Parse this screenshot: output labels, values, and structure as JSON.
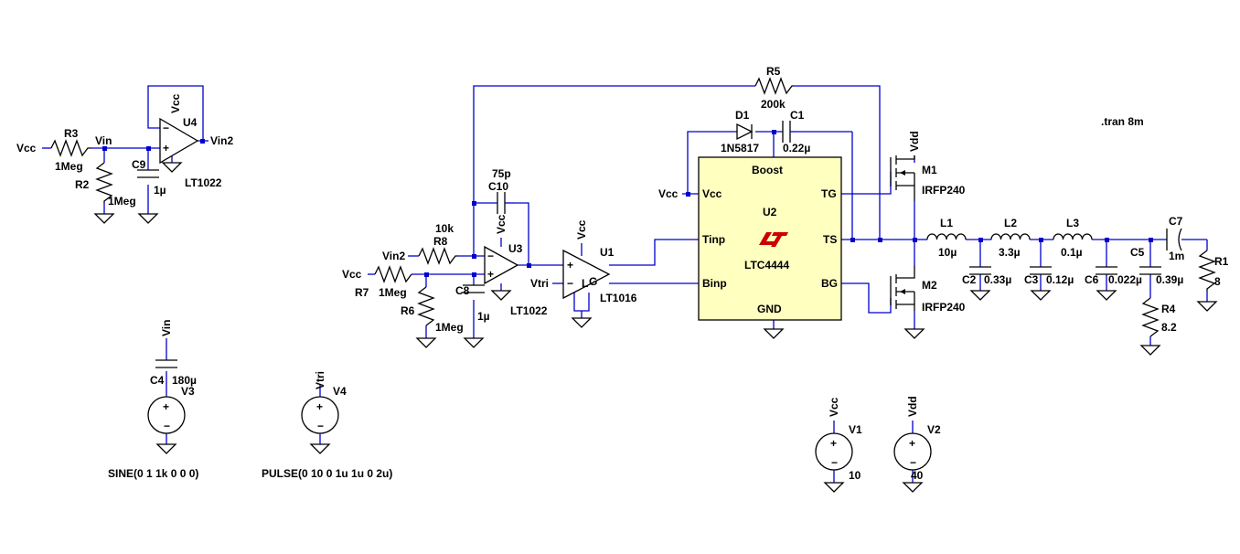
{
  "directive": ".tran 8m",
  "components": {
    "R3": {
      "ref": "R3",
      "value": "1Meg"
    },
    "R2": {
      "ref": "R2",
      "value": "1Meg"
    },
    "C9": {
      "ref": "C9",
      "value": "1µ"
    },
    "U4": {
      "ref": "U4",
      "part": "LT1022"
    },
    "R8": {
      "ref": "R8",
      "value": "10k"
    },
    "R7": {
      "ref": "R7",
      "value": "1Meg"
    },
    "R6": {
      "ref": "R6",
      "value": "1Meg"
    },
    "C8": {
      "ref": "C8",
      "value": "1µ"
    },
    "C10": {
      "ref": "C10",
      "value": "75p"
    },
    "U3": {
      "ref": "U3",
      "part": "LT1022"
    },
    "U1": {
      "ref": "U1",
      "part": "LT1016"
    },
    "R5": {
      "ref": "R5",
      "value": "200k"
    },
    "D1": {
      "ref": "D1",
      "part": "1N5817"
    },
    "C1": {
      "ref": "C1",
      "value": "0.22µ"
    },
    "U2": {
      "ref": "U2",
      "part": "LTC4444",
      "pins": {
        "boost": "Boost",
        "vcc": "Vcc",
        "tg": "TG",
        "tinp": "Tinp",
        "ts": "TS",
        "binp": "Binp",
        "bg": "BG",
        "gnd": "GND"
      }
    },
    "M1": {
      "ref": "M1",
      "part": "IRFP240"
    },
    "M2": {
      "ref": "M2",
      "part": "IRFP240"
    },
    "L1": {
      "ref": "L1",
      "value": "10µ"
    },
    "L2": {
      "ref": "L2",
      "value": "3.3µ"
    },
    "L3": {
      "ref": "L3",
      "value": "0.1µ"
    },
    "C2": {
      "ref": "C2",
      "value": "0.33µ"
    },
    "C3": {
      "ref": "C3",
      "value": "0.12µ"
    },
    "C6": {
      "ref": "C6",
      "value": "0.022µ"
    },
    "C5": {
      "ref": "C5",
      "value": "0.39µ"
    },
    "C7": {
      "ref": "C7",
      "value": "1m"
    },
    "R4": {
      "ref": "R4",
      "value": "8.2"
    },
    "R1": {
      "ref": "R1",
      "value": "8"
    },
    "C4": {
      "ref": "C4",
      "value": "180µ"
    },
    "V3": {
      "ref": "V3",
      "value": "SINE(0 1 1k 0 0 0)"
    },
    "V4": {
      "ref": "V4",
      "value": "PULSE(0 10 0 1u 1u 0 2u)"
    },
    "V1": {
      "ref": "V1",
      "value": "10"
    },
    "V2": {
      "ref": "V2",
      "value": "40"
    }
  },
  "nets": {
    "vcc": "Vcc",
    "vdd": "Vdd",
    "vin": "Vin",
    "vin2": "Vin2",
    "vtri": "Vtri"
  }
}
